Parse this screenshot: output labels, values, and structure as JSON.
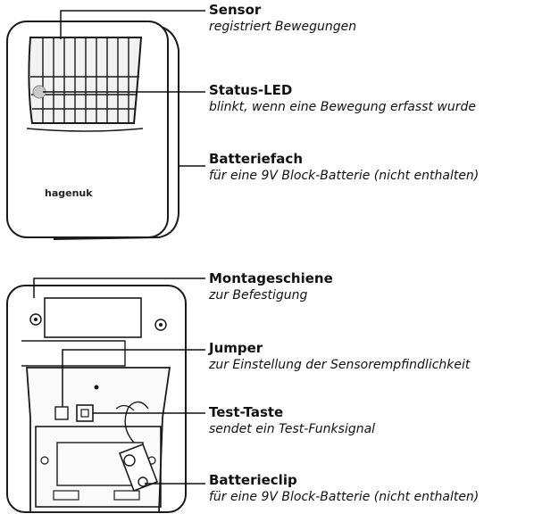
{
  "brand": "hagenuk",
  "front_callouts": [
    {
      "title": "Sensor",
      "desc": "registriert Bewegungen"
    },
    {
      "title": "Status-LED",
      "desc": "blinkt, wenn eine Bewegung erfasst wurde"
    },
    {
      "title": "Batteriefach",
      "desc": "für eine 9V Block-Batterie (nicht enthalten)"
    }
  ],
  "back_callouts": [
    {
      "title": "Montageschiene",
      "desc": "zur Befestigung"
    },
    {
      "title": "Jumper",
      "desc": "zur Einstellung der Sensorempfindlichkeit"
    },
    {
      "title": "Test-Taste",
      "desc": "sendet ein Test-Funksignal"
    },
    {
      "title": "Batterieclip",
      "desc": "für eine 9V Block-Batterie (nicht enthalten)"
    }
  ]
}
